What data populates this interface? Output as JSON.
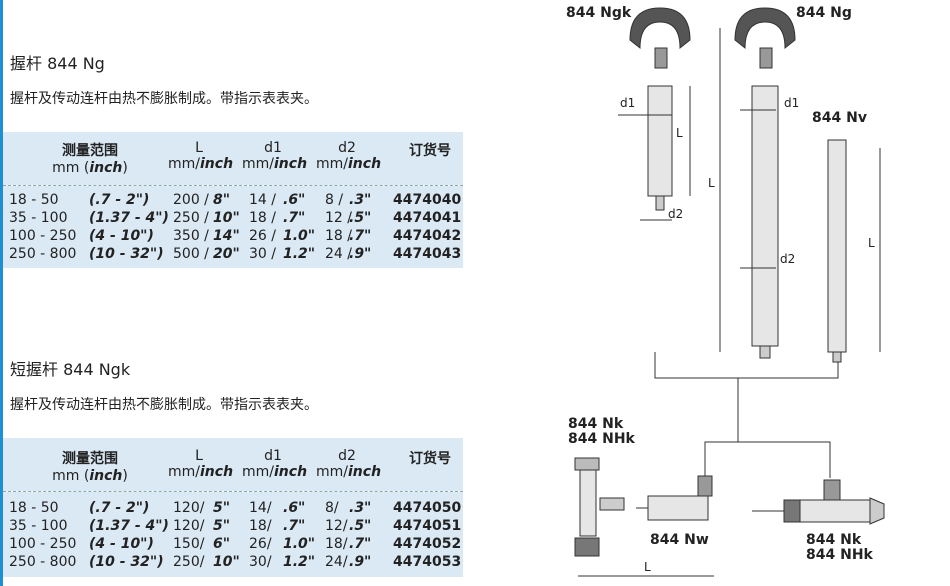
{
  "section1": {
    "title": "握杆 844 Ng",
    "desc": "握杆及传动连杆由热不膨胀制成。带指示表表夹。",
    "header": {
      "range": "测量范围",
      "range_unit_mm": "mm (",
      "range_unit_inch": "inch",
      "range_unit_close": ")",
      "L": "L",
      "d1": "d1",
      "d2": "d2",
      "order": "订货号",
      "mm": "mm/",
      "inch": "inch"
    },
    "rows": [
      {
        "mm": "18 -   50",
        "inch": "(.7 - 2\")",
        "L_mm": "200 /",
        "L_in": "8\"",
        "d1_mm": "14 /",
        "d1_in": ".6\"",
        "d2_mm": "8 /",
        "d2_in": ".3\"",
        "order": "4474040"
      },
      {
        "mm": "35 - 100",
        "inch": "(1.37 - 4\")",
        "L_mm": "250 /",
        "L_in": "10\"",
        "d1_mm": "18 /",
        "d1_in": ".7\"",
        "d2_mm": "12 /",
        "d2_in": ".5\"",
        "order": "4474041"
      },
      {
        "mm": "100 - 250",
        "inch": "(4 - 10\")",
        "L_mm": "350 /",
        "L_in": "14\"",
        "d1_mm": "26 /",
        "d1_in": "1.0\"",
        "d2_mm": "18 /",
        "d2_in": ".7\"",
        "order": "4474042"
      },
      {
        "mm": "250 - 800",
        "inch": "(10 - 32\")",
        "L_mm": "500 /",
        "L_in": "20\"",
        "d1_mm": "30 /",
        "d1_in": "1.2\"",
        "d2_mm": "24 /",
        "d2_in": ".9\"",
        "order": "4474043"
      }
    ]
  },
  "section2": {
    "title": "短握杆 844 Ngk",
    "desc": "握杆及传动连杆由热不膨胀制成。带指示表表夹。",
    "rows": [
      {
        "mm": "18 -   50",
        "inch": "(.7 - 2\")",
        "L_mm": "120/",
        "L_in": "5\"",
        "d1_mm": "14/",
        "d1_in": ".6\"",
        "d2_mm": "8/",
        "d2_in": ".3\"",
        "order": "4474050"
      },
      {
        "mm": "35 - 100",
        "inch": "(1.37 - 4\")",
        "L_mm": "120/",
        "L_in": "5\"",
        "d1_mm": "18/",
        "d1_in": ".7\"",
        "d2_mm": "12/",
        "d2_in": ".5\"",
        "order": "4474051"
      },
      {
        "mm": "100 - 250",
        "inch": "(4 - 10\")",
        "L_mm": "150/",
        "L_in": "6\"",
        "d1_mm": "26/",
        "d1_in": "1.0\"",
        "d2_mm": "18/",
        "d2_in": ".7\"",
        "order": "4474052"
      },
      {
        "mm": "250 - 800",
        "inch": "(10 - 32\")",
        "L_mm": "250/",
        "L_in": "10\"",
        "d1_mm": "30/",
        "d1_in": "1.2\"",
        "d2_mm": "24/",
        "d2_in": ".9\"",
        "order": "4474053"
      }
    ]
  },
  "diagram": {
    "label_ngk": "844 Ngk",
    "label_ng": "844 Ng",
    "label_nv": "844 Nv",
    "label_nk": "844 Nk",
    "label_nhk": "844 NHk",
    "label_nw": "844 Nw",
    "label_nk2": "844 Nk",
    "label_nhk2": "844 NHk",
    "d1": "d1",
    "d2": "d2",
    "L": "L"
  }
}
